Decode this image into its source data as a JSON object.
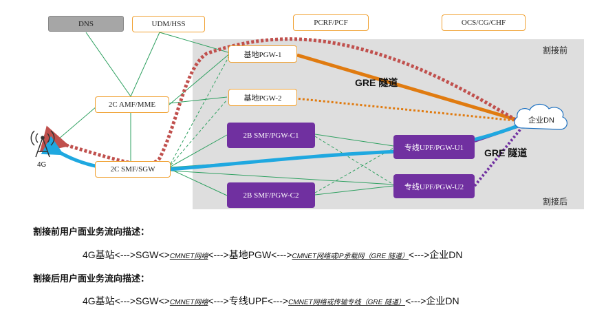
{
  "nodes": {
    "dns": "DNS",
    "udm": "UDM/HSS",
    "pcrf": "PCRF/PCF",
    "ocs": "OCS/CG/CHF",
    "pgw1": "基地PGW-1",
    "pgw2": "基地PGW-2",
    "amf": "2C AMF/MME",
    "smf_sgw": "2C SMF/SGW",
    "smf_c1": "2B SMF/PGW-C1",
    "smf_c2": "2B SMF/PGW-C2",
    "upf_u1": "专线UPF/PGW-U1",
    "upf_u2": "专线UPF/PGW-U2",
    "enterprise_dn": "企业DN",
    "base_station": "4G"
  },
  "zones": {
    "before": "割接前",
    "after": "割接后"
  },
  "tunnels": {
    "gre_top": "GRE 隧道",
    "gre_bottom": "GRE 隧道"
  },
  "colors": {
    "orange": "#e07b10",
    "red_dotted": "#c0504d",
    "purple": "#7030a0",
    "blue": "#1fa8e0",
    "green": "#2ea060",
    "zone_gray": "#dedede"
  },
  "description": {
    "before_title": "割接前用户面业务流向描述：",
    "before_line": {
      "p1": "4G基站<--->SGW<>",
      "p2": "CMNET网络",
      "p3": "<--->基地PGW<--->",
      "p4": "CMNET网络或IP承载网（GRE 隧道）",
      "p5": "<--->企业DN"
    },
    "after_title": "割接后用户面业务流向描述：",
    "after_line": {
      "p1": "4G基站<--->SGW<>",
      "p2": "CMNET网络",
      "p3": "<--->专线UPF<--->",
      "p4": "CMNET网络或传输专线（GRE 隧道）",
      "p5": "<--->企业DN"
    }
  }
}
